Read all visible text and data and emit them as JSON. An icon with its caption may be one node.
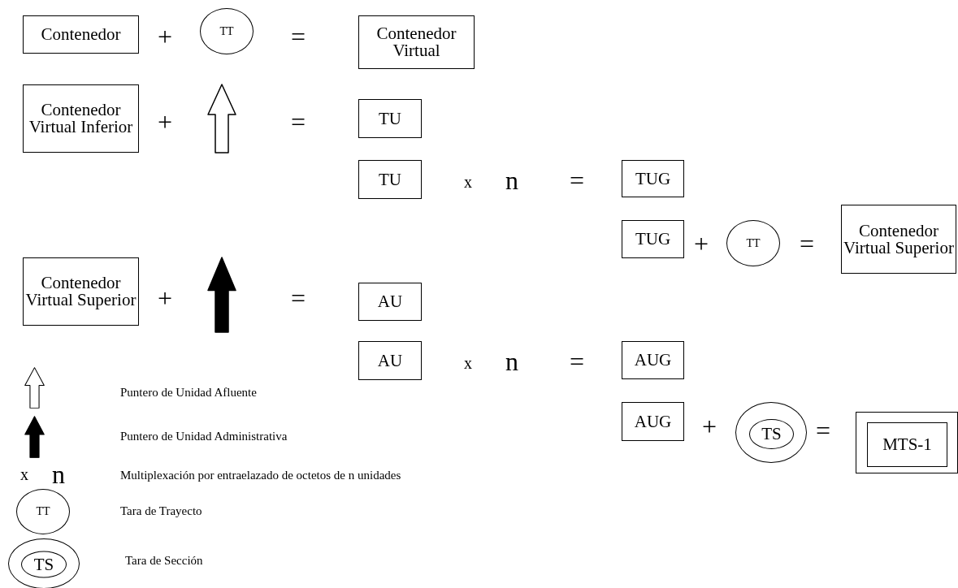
{
  "diagram": {
    "nodes": [
      {
        "text": [
          "Contenedor"
        ]
      },
      {
        "text": [
          "TT"
        ]
      },
      {
        "text": [
          "Contenedor Virtual"
        ]
      },
      {
        "text": [
          "Contenedor Virtual Inferior"
        ]
      },
      {
        "text": [],
        "shape": "arrow"
      },
      {
        "text": [
          "TU"
        ]
      },
      {
        "text": [
          "TU"
        ]
      },
      {
        "text": [
          "TUG"
        ]
      },
      {
        "text": [
          "TUG"
        ]
      },
      {
        "text": [
          "TT"
        ]
      },
      {
        "text": [
          "Contenedor Virtual Superior"
        ]
      },
      {
        "text": [
          "Contenedor Virtual Superior"
        ]
      },
      {
        "text": [],
        "shape": "arrow"
      },
      {
        "text": [
          "AU"
        ]
      },
      {
        "text": [
          "AU"
        ]
      },
      {
        "text": [
          "AUG"
        ]
      },
      {
        "text": [
          "AUG"
        ]
      },
      {
        "text": [],
        "shape": "circle"
      },
      {
        "text": [
          "TS"
        ],
        "in": 17
      },
      {
        "text": [],
        "shape": "box"
      },
      {
        "text": [
          "MTS-1"
        ],
        "in": 19
      }
    ],
    "labels": [
      "+",
      "=",
      "+",
      "=",
      "x",
      "n",
      "=",
      "+",
      "=",
      "+",
      "=",
      "x",
      "n",
      "=",
      "+",
      "=",
      "x",
      "n",
      "TT",
      "TS"
    ],
    "legend": [
      {
        "text": "Puntero de Unidad Afluente"
      },
      {
        "text": "Puntero de Unidad Administrativa"
      },
      {
        "text": "Multiplexación por entraelazado de octetos de n unidades"
      },
      {
        "text": "Tara de Trayecto"
      },
      {
        "text": "Tara de Sección"
      }
    ]
  }
}
